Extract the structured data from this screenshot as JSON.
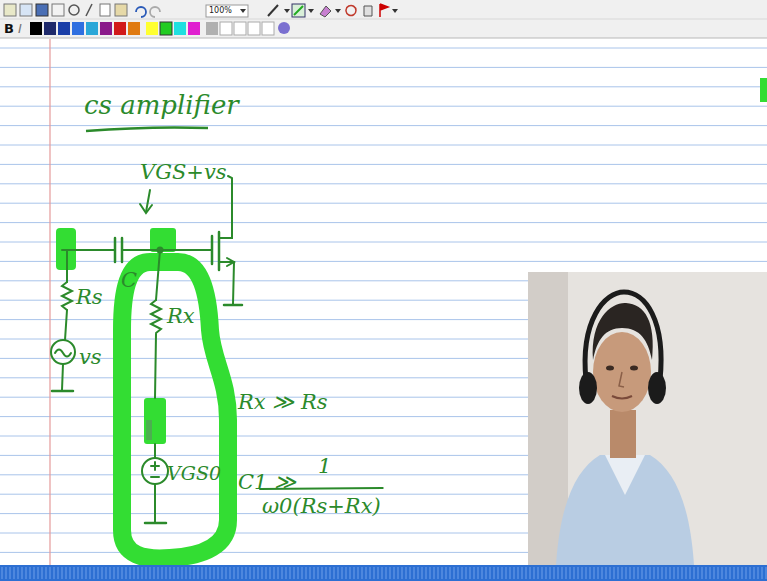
{
  "diagram": {
    "title": "cs amplifier",
    "labels": [
      "B",
      "I",
      "100%",
      "VGS+vs",
      "C",
      "Rs",
      "vs",
      "Rx",
      "VGS0",
      "Rx ≫ Rs",
      "C1 ≫",
      "1",
      "ω0(Rs+Rx)"
    ]
  }
}
